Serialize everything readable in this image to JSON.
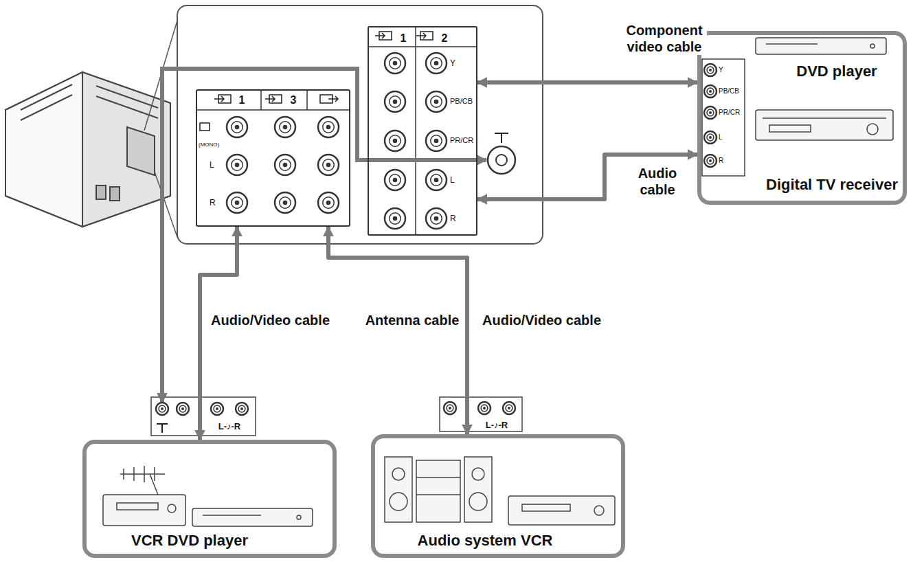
{
  "diagram": {
    "nodes": [
      {
        "text": [
          "1",
          "2"
        ]
      },
      {
        "text": [
          "1",
          "3"
        ]
      },
      {
        "text": [
          "DVD player",
          "Digital TV receiver"
        ]
      },
      {
        "text": [
          "VCR DVD player"
        ]
      },
      {
        "text": [
          "Audio system VCR"
        ]
      }
    ],
    "edges": [
      {
        "from": 2,
        "to": 0,
        "arrow": "both",
        "label": "Component video cable"
      },
      {
        "from": 2,
        "to": 0,
        "arrow": "both",
        "label": "Audio cable"
      },
      {
        "from": 3,
        "to": 1,
        "arrow": "both",
        "label": "Audio/Video cable"
      },
      {
        "from": 4,
        "to": 1,
        "arrow": "both",
        "label": "Audio/Video cable"
      }
    ],
    "labels": [
      "Y",
      "PB/CB",
      "PR/CR",
      "L",
      "R",
      "L",
      "(MONO)",
      "R",
      "Y",
      "PB/CB",
      "PR/CR",
      "L",
      "R",
      "L-♪-R",
      "L-♪-R",
      "Antenna cable"
    ]
  }
}
